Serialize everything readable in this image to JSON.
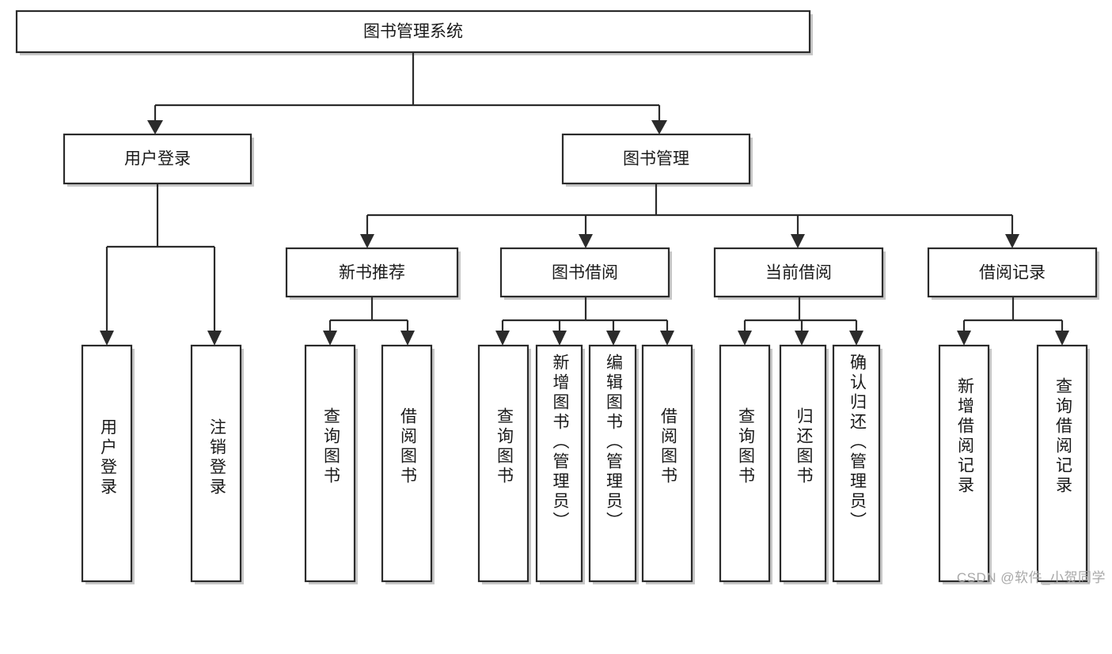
{
  "diagram": {
    "title": "图书管理系统",
    "type": "tree-hierarchy",
    "root": {
      "id": "root",
      "label": "图书管理系统",
      "orientation": "horizontal"
    },
    "level2": [
      {
        "id": "user-login",
        "label": "用户登录",
        "orientation": "horizontal"
      },
      {
        "id": "book-management",
        "label": "图书管理",
        "orientation": "horizontal"
      }
    ],
    "level3": [
      {
        "id": "new-book-recommend",
        "label": "新书推荐",
        "orientation": "horizontal",
        "parent": "book-management"
      },
      {
        "id": "book-borrow",
        "label": "图书借阅",
        "orientation": "horizontal",
        "parent": "book-management"
      },
      {
        "id": "current-borrow",
        "label": "当前借阅",
        "orientation": "horizontal",
        "parent": "book-management"
      },
      {
        "id": "borrow-record",
        "label": "借阅记录",
        "orientation": "horizontal",
        "parent": "book-management"
      }
    ],
    "leaves": [
      {
        "id": "leaf-user-login",
        "label": "用户登录",
        "orientation": "vertical",
        "parent": "user-login"
      },
      {
        "id": "leaf-user-logout",
        "label": "注销登录",
        "orientation": "vertical",
        "parent": "user-login"
      },
      {
        "id": "leaf-query-book-1",
        "label": "查询图书",
        "orientation": "vertical",
        "parent": "new-book-recommend"
      },
      {
        "id": "leaf-borrow-book-1",
        "label": "借阅图书",
        "orientation": "vertical",
        "parent": "new-book-recommend"
      },
      {
        "id": "leaf-query-book-2",
        "label": "查询图书",
        "orientation": "vertical",
        "parent": "book-borrow"
      },
      {
        "id": "leaf-add-book",
        "label": "新增图书（管理员）",
        "orientation": "vertical",
        "parent": "book-borrow"
      },
      {
        "id": "leaf-edit-book",
        "label": "编辑图书（管理员）",
        "orientation": "vertical",
        "parent": "book-borrow"
      },
      {
        "id": "leaf-borrow-book-2",
        "label": "借阅图书",
        "orientation": "vertical",
        "parent": "book-borrow"
      },
      {
        "id": "leaf-query-book-3",
        "label": "查询图书",
        "orientation": "vertical",
        "parent": "current-borrow"
      },
      {
        "id": "leaf-return-book",
        "label": "归还图书",
        "orientation": "vertical",
        "parent": "current-borrow"
      },
      {
        "id": "leaf-confirm-return",
        "label": "确认归还（管理员）",
        "orientation": "vertical",
        "parent": "current-borrow"
      },
      {
        "id": "leaf-add-record",
        "label": "新增借阅记录",
        "orientation": "vertical",
        "parent": "borrow-record"
      },
      {
        "id": "leaf-query-record",
        "label": "查询借阅记录",
        "orientation": "vertical",
        "parent": "borrow-record"
      }
    ],
    "colors": {
      "stroke": "#2b2b2b",
      "fill": "#ffffff",
      "text": "#1a1a1a",
      "shadow": "#bdbdbd",
      "watermark": "#a8a8a8",
      "background": "#ffffff"
    }
  },
  "watermark": {
    "text": "CSDN @软件_小贺同学"
  }
}
